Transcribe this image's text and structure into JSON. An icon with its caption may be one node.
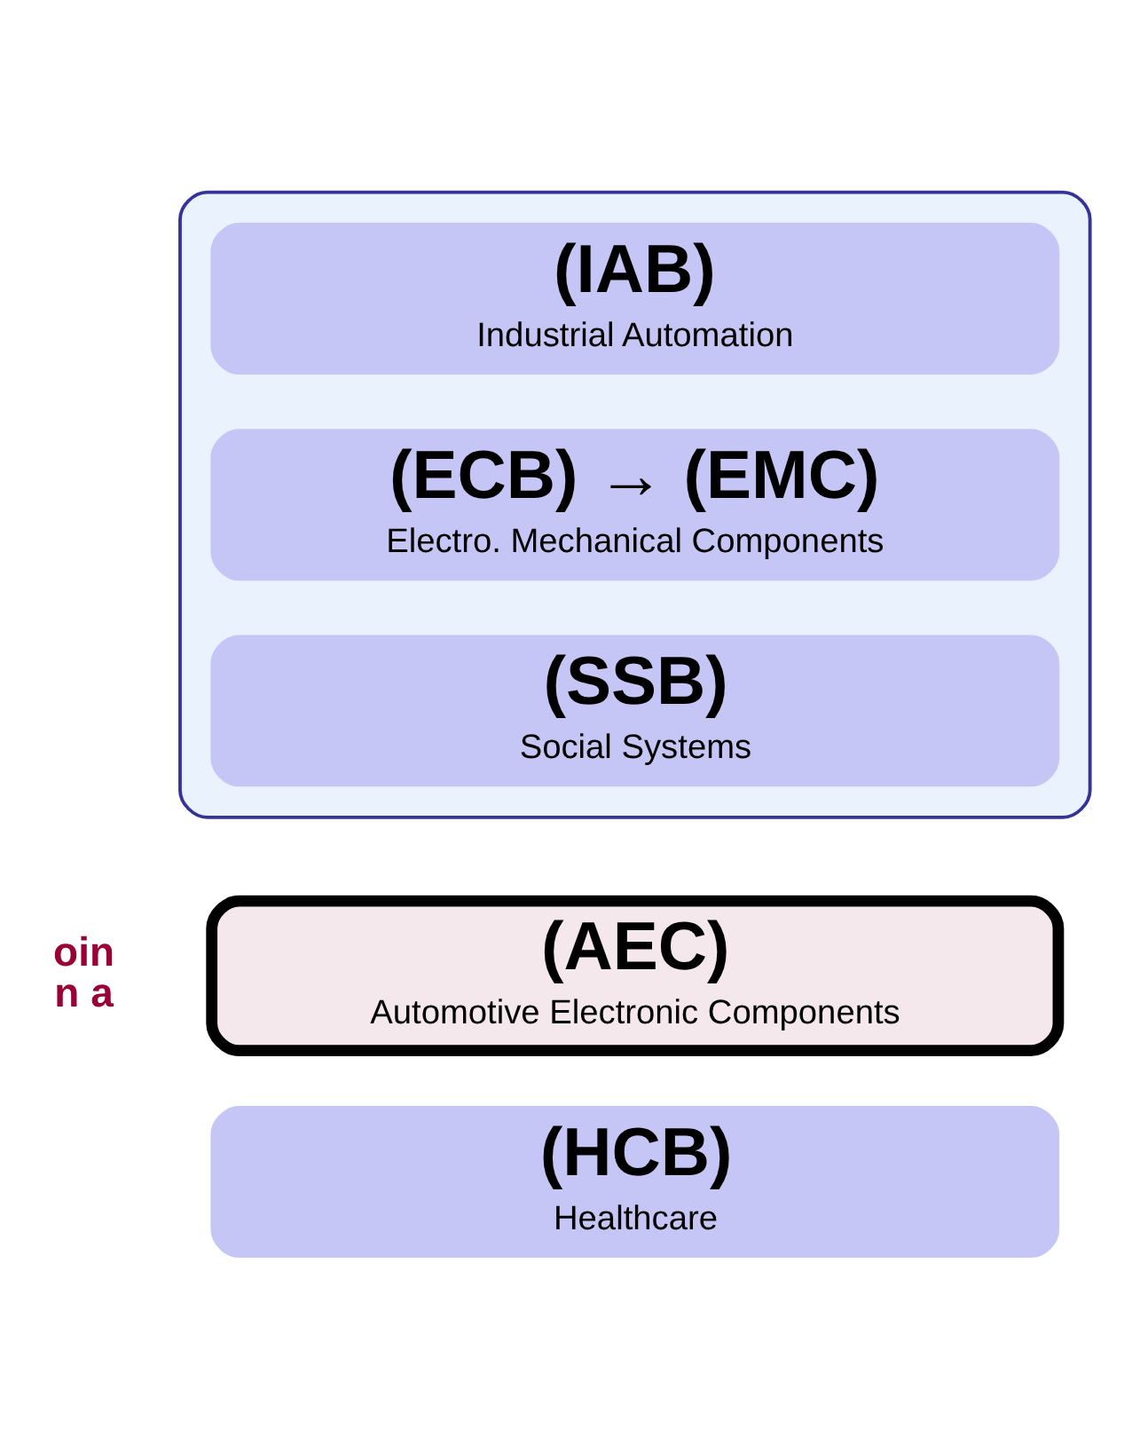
{
  "diagram": {
    "nodes": [
      {
        "text": [],
        "shape": "box"
      },
      {
        "text": [
          "(IAB)",
          "Industrial Automation"
        ],
        "in": 0
      },
      {
        "text": [
          "(ECB) → (EMC)",
          "Electro. Mechanical Components"
        ],
        "in": 0
      },
      {
        "text": [
          "(SSB)",
          "Social Systems"
        ],
        "in": 0
      },
      {
        "text": [
          "(AEC)",
          "Automotive Electronic Components"
        ]
      },
      {
        "text": [
          "(HCB)",
          "Healthcare"
        ]
      }
    ],
    "edges": [],
    "labels": [
      "oin",
      "n a"
    ]
  }
}
